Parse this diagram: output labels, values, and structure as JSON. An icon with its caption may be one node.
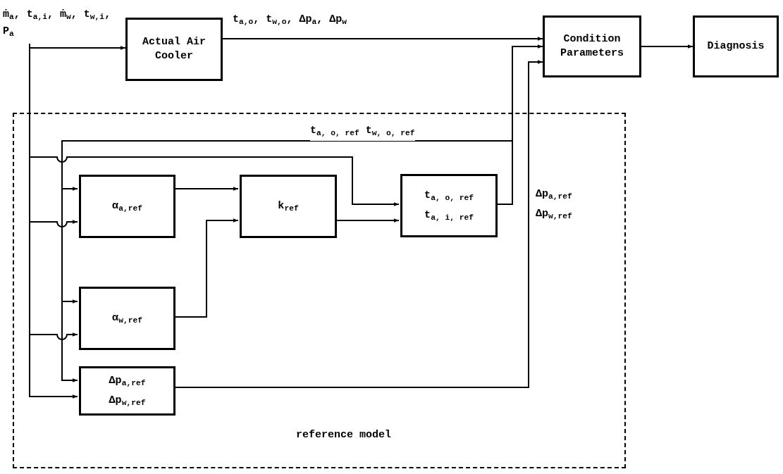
{
  "diagram": {
    "nodes": [
      {
        "text": [
          "ṁ$_{a}$, t$_{a,i}$, ṁ$_{w}$, t$_{w,i}$, P$_{a}$"
        ]
      },
      {
        "text": [
          "Actual Air Cooler"
        ]
      },
      {
        "text": [
          "Condition Parameters"
        ]
      },
      {
        "text": [
          "Diagnosis"
        ]
      },
      {
        "text": [
          "reference model"
        ]
      },
      {
        "text": [
          "α$_{a,ref}$"
        ],
        "in": 4
      },
      {
        "text": [
          "k$_{ref}$"
        ],
        "in": 4
      },
      {
        "text": [
          "t$_{a, o, ref}$",
          "t$_{a, i, ref}$"
        ],
        "in": 4
      },
      {
        "text": [
          "α$_{w,ref}$"
        ],
        "in": 4
      },
      {
        "text": [
          "Δp$_{a,ref}$",
          "Δp$_{w,ref}$"
        ],
        "in": 4
      }
    ],
    "edges": [
      {
        "from": 0,
        "to": 1,
        "arrow": "to"
      },
      {
        "from": 1,
        "to": 2,
        "arrow": "to",
        "label": "t$_{a,o}$, t$_{w,o}$, Δp$_{a}$, Δp$_{w}$"
      },
      {
        "from": 2,
        "to": 3,
        "arrow": "to"
      },
      {
        "from": 7,
        "to": 2,
        "arrow": "to"
      },
      {
        "from": 9,
        "to": 2,
        "arrow": "to",
        "label": "Δp$_{a,ref}$ Δp$_{w,ref}$"
      },
      {
        "from": 0,
        "to": 5,
        "arrow": "to"
      },
      {
        "from": 0,
        "to": 8,
        "arrow": "to"
      },
      {
        "from": 0,
        "to": 9,
        "arrow": "to"
      },
      {
        "from": 0,
        "to": 7,
        "arrow": "to"
      },
      {
        "from": 5,
        "to": 6,
        "arrow": "to"
      },
      {
        "from": 8,
        "to": 6,
        "arrow": "to"
      },
      {
        "from": 6,
        "to": 7,
        "arrow": "to"
      },
      {
        "from": 7,
        "to": 5,
        "arrow": "to",
        "label": "t$_{a, o, ref}$ t$_{w, o, ref}$"
      },
      {
        "from": 7,
        "to": 8,
        "arrow": "to"
      },
      {
        "from": 7,
        "to": 9,
        "arrow": "to"
      }
    ]
  }
}
